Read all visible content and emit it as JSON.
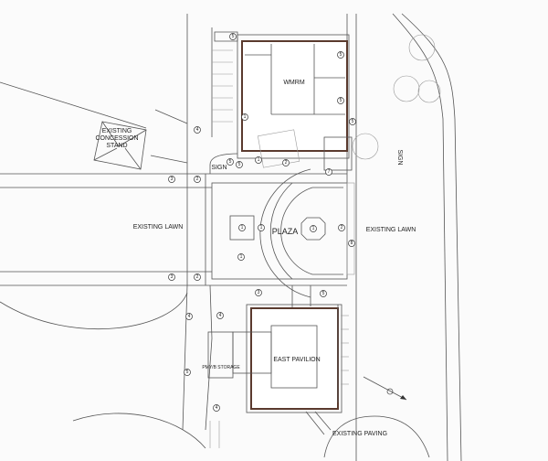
{
  "labels": {
    "concession_1": "EXISTING",
    "concession_2": "CONCESSION",
    "concession_3": "STAND",
    "lawn_left": "EXISTING LAWN",
    "lawn_right": "EXISTING LAWN",
    "plaza": "PLAZA",
    "wmrm": "WMRM",
    "sign_left": "SIGN",
    "sign_right": "SIGN",
    "east_pavilion": "EAST PAVILION",
    "storage": "PMY/B STORAGE",
    "existing_paving": "EXISTING PAVING"
  },
  "keynotes": [
    "5",
    "5",
    "1",
    "5",
    "5",
    "4",
    "5",
    "1",
    "2",
    "7",
    "3",
    "2",
    "1",
    "1",
    "1",
    "2",
    "8",
    "1",
    "3",
    "2",
    "3",
    "5",
    "4",
    "4",
    "5",
    "4",
    "5"
  ]
}
